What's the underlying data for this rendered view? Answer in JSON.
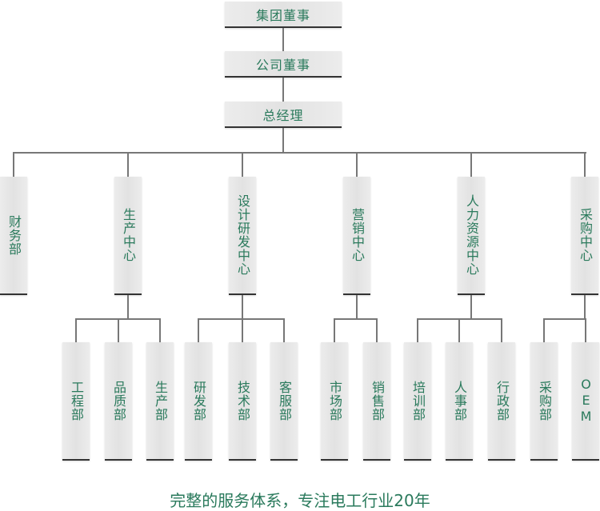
{
  "top": [
    "集团董事",
    "公司董事",
    "总经理"
  ],
  "departments": [
    {
      "label": "财务部",
      "children": []
    },
    {
      "label": "生产中心",
      "children": [
        "工程部",
        "品质部",
        "生产部"
      ]
    },
    {
      "label": "设计研发中心",
      "children": [
        "研发部",
        "技术部",
        "客服部"
      ]
    },
    {
      "label": "营销中心",
      "children": [
        "市场部",
        "销售部"
      ]
    },
    {
      "label": "人力资源中心",
      "children": [
        "培训部",
        "人事部",
        "行政部"
      ]
    },
    {
      "label": "采购中心",
      "children": [
        "采购部",
        "OEM"
      ]
    }
  ],
  "footer": "完整的服务体系，专注电工行业20年",
  "colors": {
    "text": "#2a7a5c",
    "line": "#777777"
  }
}
